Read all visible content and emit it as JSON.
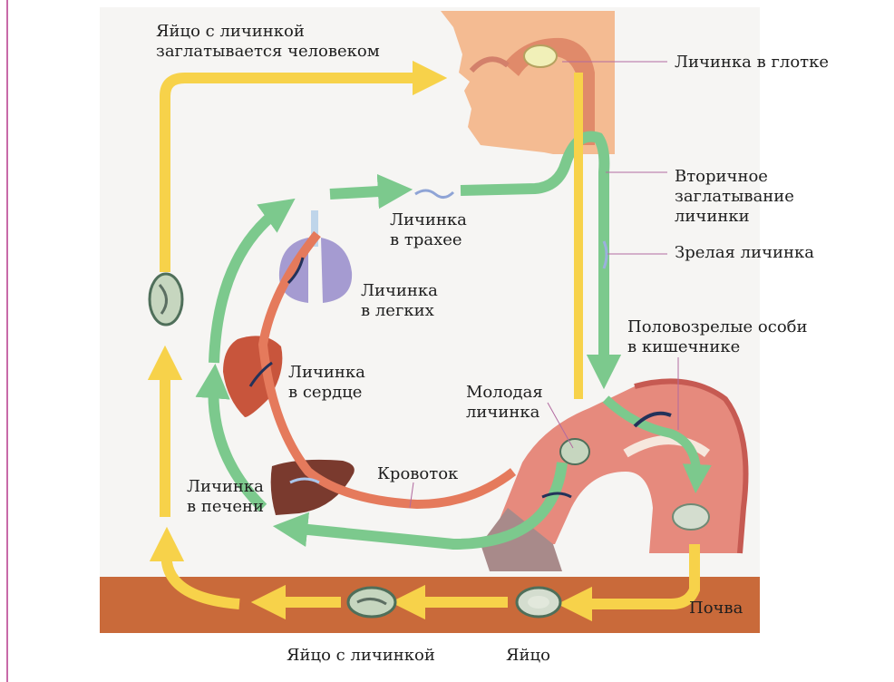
{
  "labels": {
    "egg_swallowed": "Яйцо с личинкой\nзаглатывается человеком",
    "larva_pharynx": "Личинка в глотке",
    "secondary_swallow": "Вторичное\nзаглатывание\nличинки",
    "mature_larva": "Зрелая личинка",
    "larva_trachea": "Личинка\nв трахее",
    "larva_lungs": "Личинка\nв легких",
    "adults_intestine": "Половозрелые особи\nв кишечнике",
    "larva_heart": "Личинка\nв сердце",
    "young_larva": "Молодая\nличинка",
    "bloodstream": "Кровоток",
    "larva_liver": "Личинка\nв печени",
    "soil": "Почва",
    "egg_with_larva": "Яйцо с личинкой",
    "egg": "Яйцо"
  },
  "colors": {
    "yellow_path": "#f7d24a",
    "green_path": "#7cc98d",
    "blood_path": "#e57a5c",
    "soil": "#c96a3a",
    "skin": "#f3b68a",
    "intestine": "#e58a7e",
    "lungs": "#a39ad0",
    "heart": "#c8553c",
    "liver": "#7a3a2e"
  }
}
